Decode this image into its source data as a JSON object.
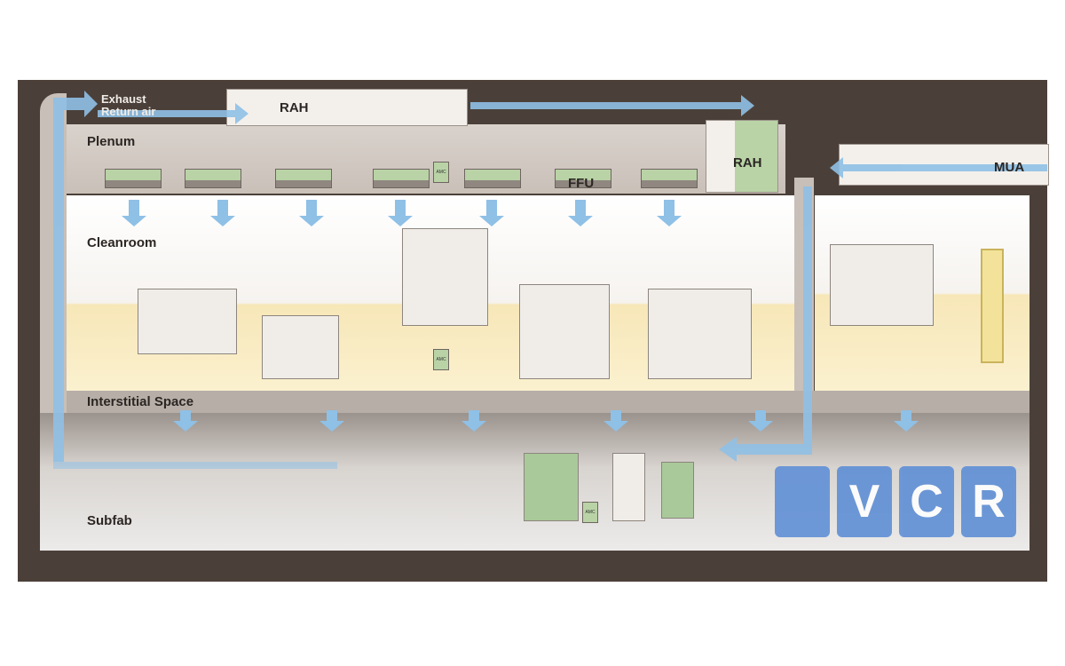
{
  "labels": {
    "exhaust": "Exhaust",
    "return_air": "Return air",
    "rah_top": "RAH",
    "rah_side": "RAH",
    "mua": "MUA",
    "plenum": "Plenum",
    "ffu": "FFU",
    "cleanroom": "Cleanroom",
    "interstitial": "Interstitial Space",
    "subfab": "Subfab",
    "amc": "AMC"
  },
  "logo": {
    "letters": [
      "V",
      "C",
      "R"
    ]
  },
  "colors": {
    "airflow": "#8fc0e6",
    "filter": "#b9d3a6",
    "frame": "#4b4039",
    "logo": "#5f8fd6"
  }
}
